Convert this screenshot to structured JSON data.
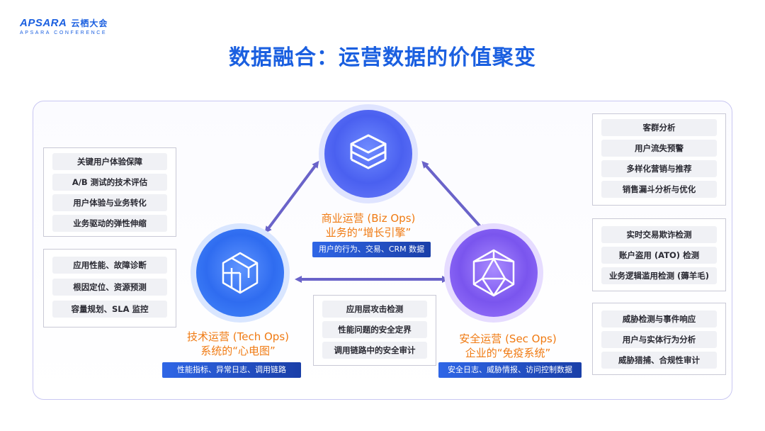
{
  "logo": {
    "brand": "APSARA",
    "cn": "云栖大会",
    "sub": "APSARA CONFERENCE"
  },
  "title": "数据融合：运营数据的价值聚变",
  "nodes": {
    "biz": {
      "line1": "商业运营 (Biz Ops)",
      "line2": "业务的“增长引擎”",
      "tag": "用户的行为、交易、CRM 数据"
    },
    "tech": {
      "line1": "技术运营 (Tech Ops)",
      "line2": "系统的“心电图”",
      "tag": "性能指标、异常日志、调用链路"
    },
    "sec": {
      "line1": "安全运营 (Sec Ops)",
      "line2": "企业的“免疫系统”",
      "tag": "安全日志、威胁情报、访问控制数据"
    }
  },
  "left_top_box": [
    "关键用户体验保障",
    "A/B 测试的技术评估",
    "用户体验与业务转化",
    "业务驱动的弹性伸缩"
  ],
  "left_bottom_box": [
    "应用性能、故障诊断",
    "根因定位、资源预测",
    "容量规划、SLA 监控"
  ],
  "center_box": [
    "应用层攻击检测",
    "性能问题的安全定界",
    "调用链路中的安全审计"
  ],
  "right_top_box": [
    "客群分析",
    "用户流失预警",
    "多样化营销与推荐",
    "销售漏斗分析与优化"
  ],
  "right_mid_box": [
    "实时交易欺诈检测",
    "账户盗用 (ATO) 检测",
    "业务逻辑滥用检测 (薅羊毛)"
  ],
  "right_bottom_box": [
    "威胁检测与事件响应",
    "用户与实体行为分析",
    "威胁猎捕、合规性审计"
  ],
  "colors": {
    "accent": "#1a5fe0",
    "orange": "#f07a12",
    "arrow": "#6a63c9",
    "blue_circle": "#3a78f0",
    "purple_circle": "#7d5cf0"
  },
  "icons": {
    "biz": "layers-icon",
    "tech": "cube-cluster-icon",
    "sec": "network-hexagon-icon"
  }
}
